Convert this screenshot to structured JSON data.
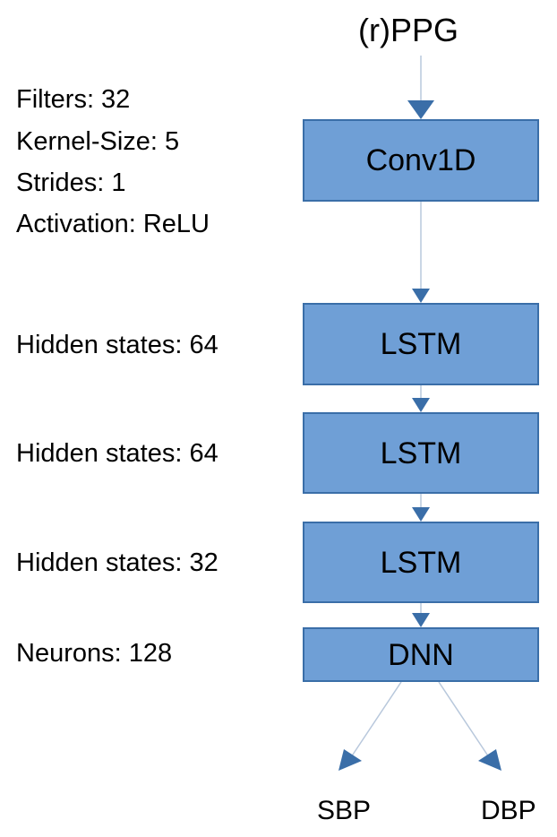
{
  "input": {
    "label": "(r)PPG"
  },
  "layers": [
    {
      "name": "Conv1D",
      "params": [
        "Filters: 32",
        "Kernel-Size: 5",
        "Strides: 1",
        "Activation: ReLU"
      ]
    },
    {
      "name": "LSTM",
      "params": [
        "Hidden states: 64"
      ]
    },
    {
      "name": "LSTM",
      "params": [
        "Hidden states: 64"
      ]
    },
    {
      "name": "LSTM",
      "params": [
        "Hidden states: 32"
      ]
    },
    {
      "name": "DNN",
      "params": [
        "Neurons: 128"
      ]
    }
  ],
  "outputs": [
    {
      "label": "SBP"
    },
    {
      "label": "DBP"
    }
  ],
  "colors": {
    "box_fill": "#6f9fd6",
    "box_border": "#3a6ea8",
    "arrow": "#3a6ea8",
    "connector_line": "#b8c8dc"
  }
}
